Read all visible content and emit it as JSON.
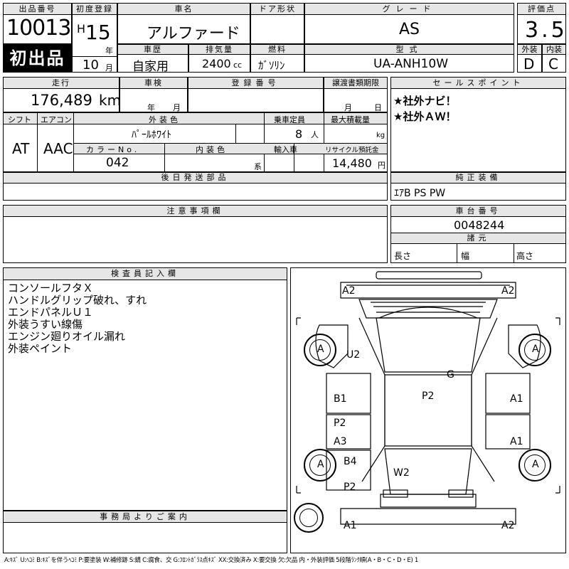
{
  "header": {
    "lot_label": "出品番号",
    "lot": "10013",
    "first_reg_label": "初度登録",
    "era": "H",
    "year": "15",
    "year_unit": "年",
    "month": "10",
    "month_unit": "月",
    "name_label": "車名",
    "name": "アルファード",
    "door_label": "ドア形状",
    "door": "",
    "grade_label": "グレード",
    "grade": "AS",
    "score_label": "評価点",
    "score": "3.5",
    "hatsu": "初出品",
    "history_label": "車歴",
    "history": "自家用",
    "disp_label": "排気量",
    "disp": "2400",
    "disp_unit": "cc",
    "fuel_label": "燃料",
    "fuel": "ｶﾞｿﾘﾝ",
    "model_label": "型式",
    "model": "UA-ANH10W",
    "ext_label": "外装",
    "ext": "D",
    "int_label": "内装",
    "int": "C"
  },
  "row2": {
    "mileage_label": "走行",
    "mileage": "176,489",
    "mileage_unit": "km",
    "inspect_label": "車検",
    "inspect_y": "年",
    "inspect_m": "月",
    "reg_label": "登録番号",
    "reg": "",
    "transfer_label": "譲渡書類期限",
    "transfer_m": "月",
    "transfer_d": "日",
    "sales_label": "セールスポイント",
    "sales": [
      "★社外ナビ！",
      "★社外ＡＷ！"
    ]
  },
  "row3": {
    "shift_label": "シフト",
    "shift": "AT",
    "ac_label": "エアコン",
    "ac": "AAC",
    "color_label": "外装色",
    "color": "ﾊﾟｰﾙﾎﾜｲﾄ",
    "seats_label": "乗車定員",
    "seats": "8",
    "seats_unit": "人",
    "load_label": "最大積載量",
    "load_unit": "kg",
    "color_no_label": "カラーNo.",
    "color_no": "042",
    "int_color_label": "内装色",
    "int_color_unit": "系",
    "import_label": "輸入車",
    "recycle_label": "リサイクル預託金",
    "recycle": "14,480",
    "recycle_unit": "円"
  },
  "later_parts_label": "後日発送部品",
  "equipment_label": "純正装備",
  "equipment": "ｴｱB PS PW",
  "caution_label": "注意事項欄",
  "chassis_label": "車台番号",
  "chassis": "0048244",
  "spec_label": "諸元",
  "len_label": "長さ",
  "width_label": "幅",
  "height_label": "高さ",
  "inspector_label": "検査員記入欄",
  "inspector_notes": [
    "コンソールフタＸ",
    "ハンドルグリップ破れ、すれ",
    "エンドパネルＵ１",
    "外装うすい線傷",
    "エンジン廻りオイル漏れ",
    "外装ペイント"
  ],
  "office_label": "事務局よりご案内",
  "diagram_marks": {
    "front_left": "A2",
    "front_right": "A2",
    "wheel_fl": "A",
    "wheel_fr": "A",
    "wheel_rl": "A",
    "wheel_rr": "A",
    "hood": "U2",
    "windshield": "G",
    "roof": "P2",
    "left_front_door": "B1",
    "left_mid": "P2",
    "left_rear_door": "A3",
    "left_rear": "B4",
    "left_bottom": "P2",
    "right_front_door": "A1",
    "right_rear_door": "A1",
    "rear_glass": "W2",
    "rear_left": "A1",
    "rear_right": "A2"
  },
  "legend": "A:ｷｽﾞ U:ﾍｺﾐ B:ｷｽﾞを伴うﾍｺﾐ P:要塗装 W:補修跡 S:錆 C:腐食、交 G:ﾌﾛﾝﾄｶﾞﾗｽ点ｷｽﾞ XX:交換済み X:要交換 欠:欠品 内・外装評価 5段階ﾗﾝｸ順(A・B・C・D・E) 1"
}
